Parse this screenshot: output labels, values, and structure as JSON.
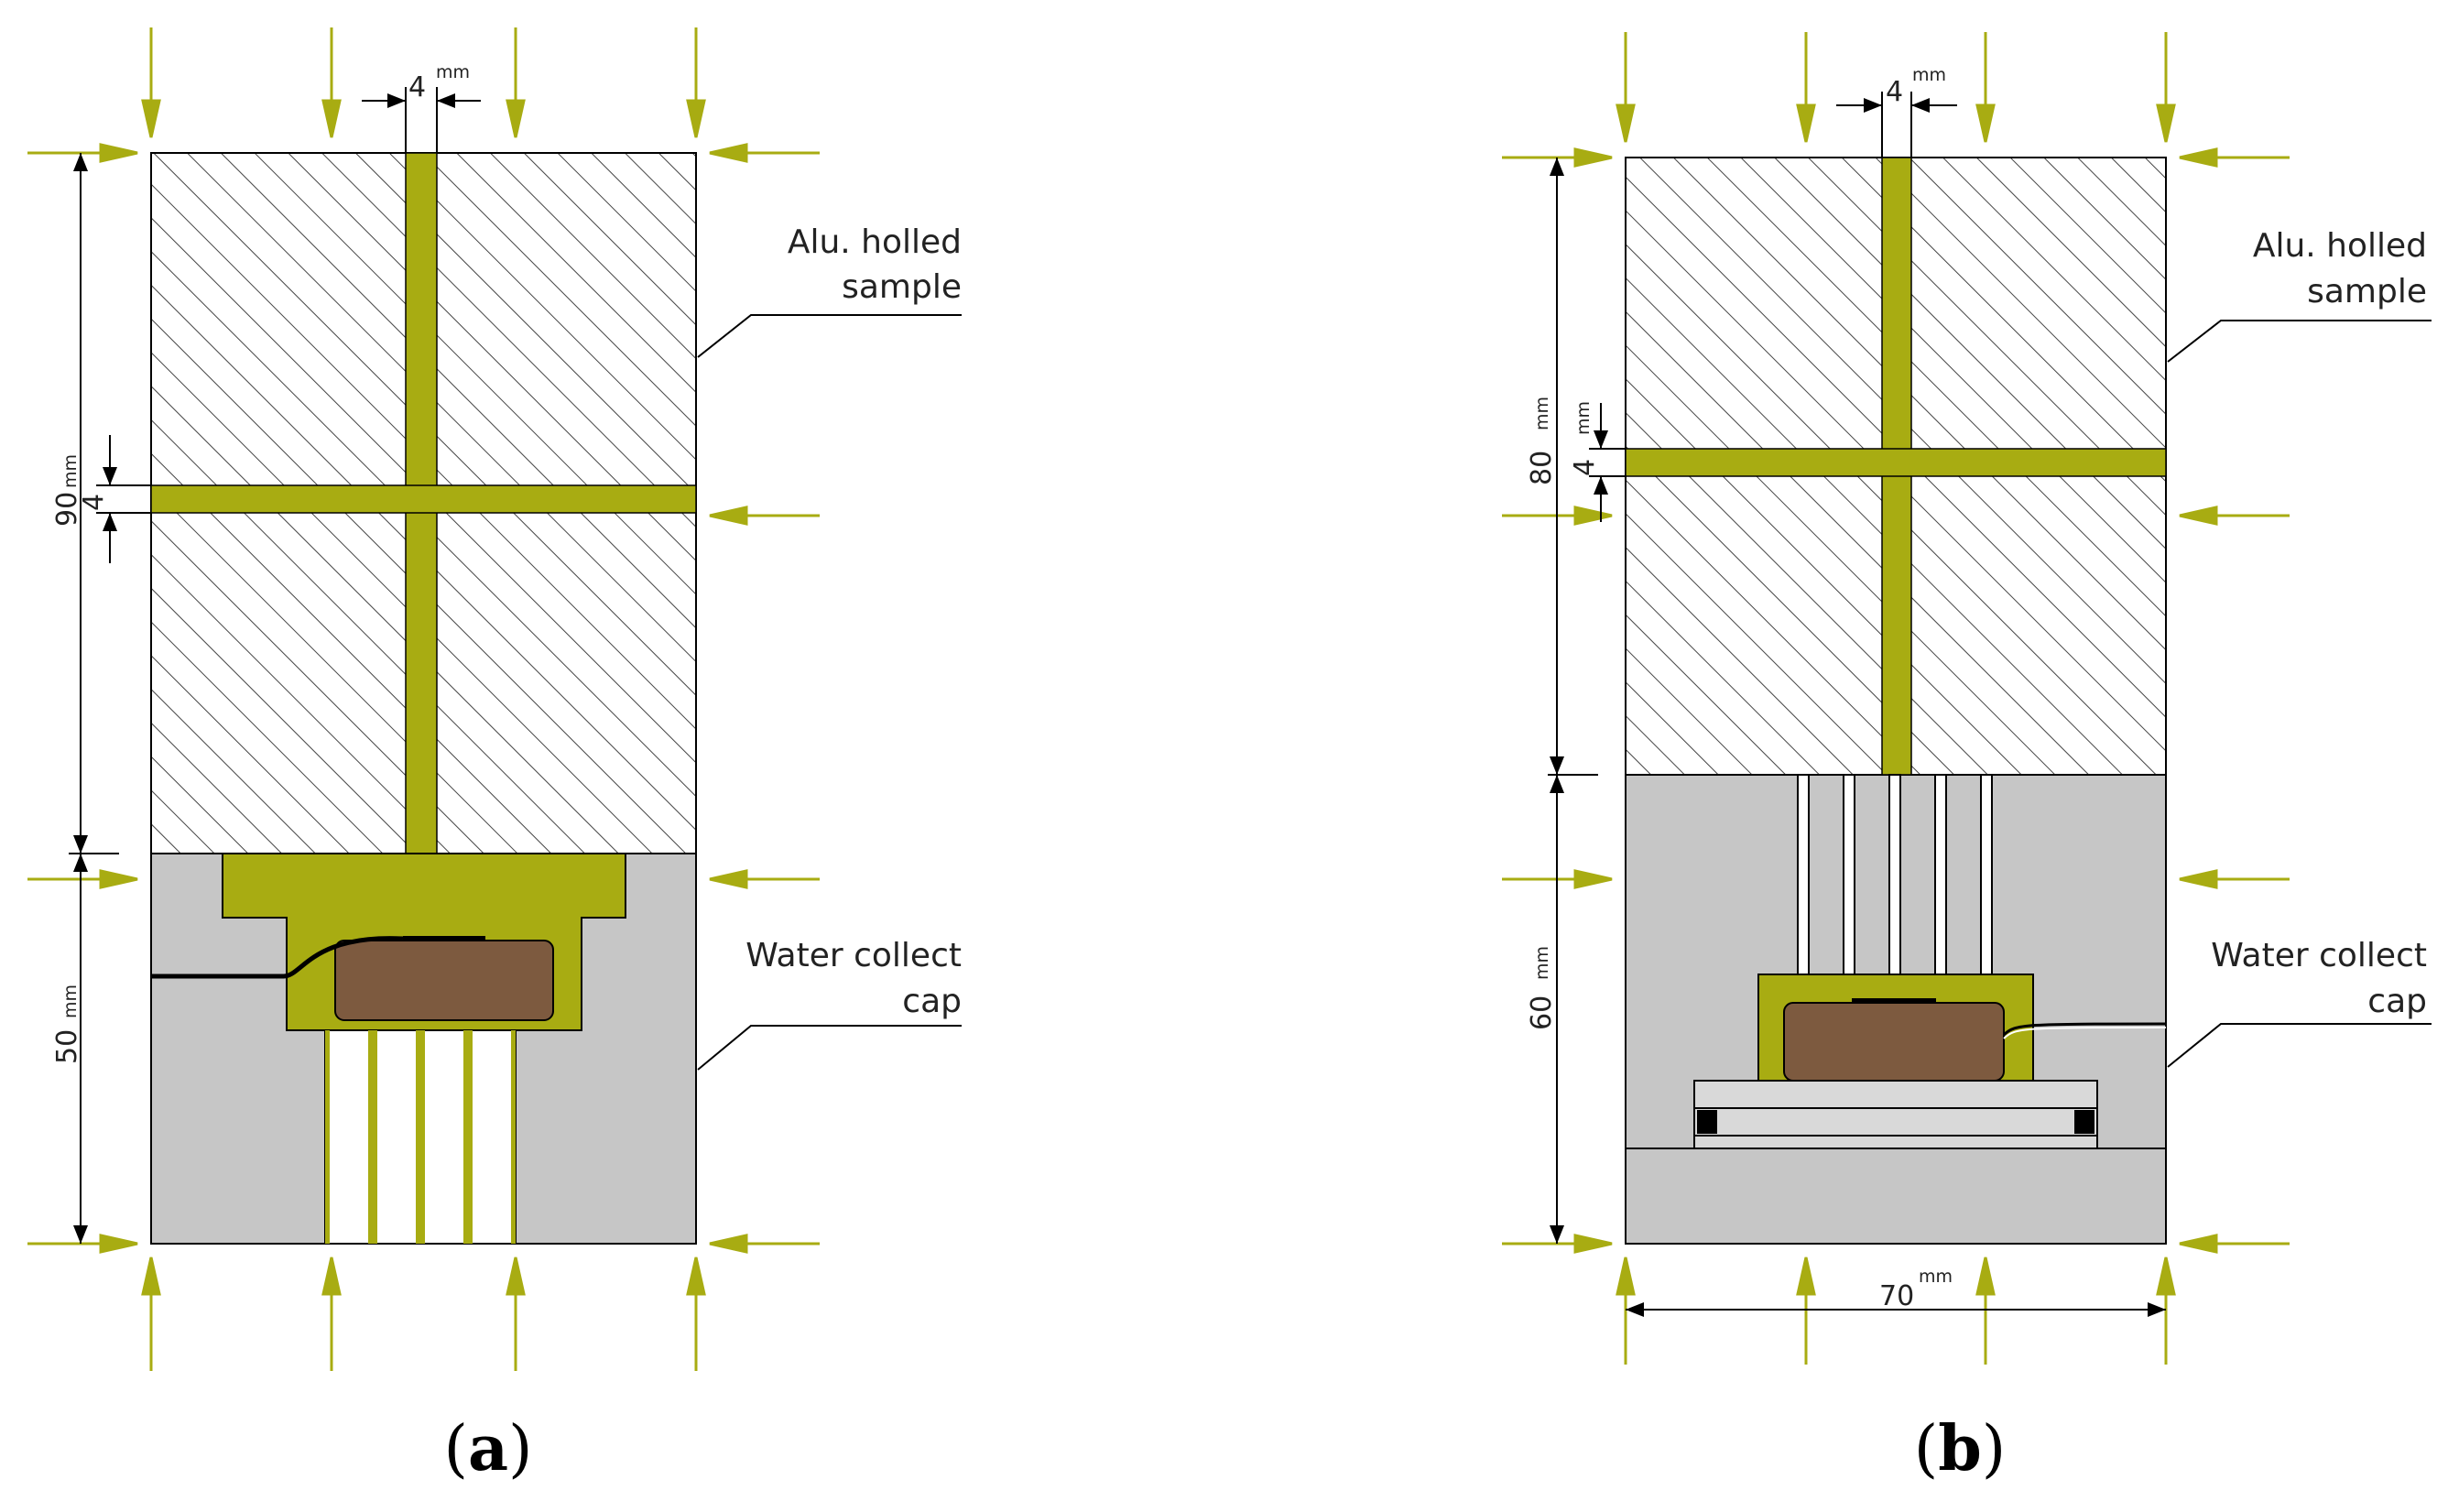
{
  "colors": {
    "channel": "#a8ac12",
    "hatch_line": "#444444",
    "cap_fill": "#c6c6c6",
    "sensor": "#7d5a3f",
    "arrow": "#a8ac12",
    "outline": "#000000"
  },
  "panel_a": {
    "label_open": "(",
    "label_letter": "a",
    "label_close": ")",
    "dim_top": "4",
    "dim_top_unit": "mm",
    "dim_height_sample": "90",
    "dim_height_sample_unit": "mm",
    "dim_channel": "4",
    "dim_height_cap": "50",
    "dim_height_cap_unit": "mm",
    "callout_sample_line1": "Alu. holled",
    "callout_sample_line2": "sample",
    "callout_cap_line1": "Water collect",
    "callout_cap_line2": "cap"
  },
  "panel_b": {
    "label_open": "(",
    "label_letter": "b",
    "label_close": ")",
    "dim_top": "4",
    "dim_top_unit": "mm",
    "dim_height_sample": "80",
    "dim_height_sample_unit": "mm",
    "dim_channel": "4",
    "dim_channel_unit": "mm",
    "dim_height_cap": "60",
    "dim_height_cap_unit": "mm",
    "dim_width": "70",
    "dim_width_unit": "mm",
    "callout_sample_line1": "Alu. holled",
    "callout_sample_line2": "sample",
    "callout_cap_line1": "Water collect",
    "callout_cap_line2": "cap"
  }
}
